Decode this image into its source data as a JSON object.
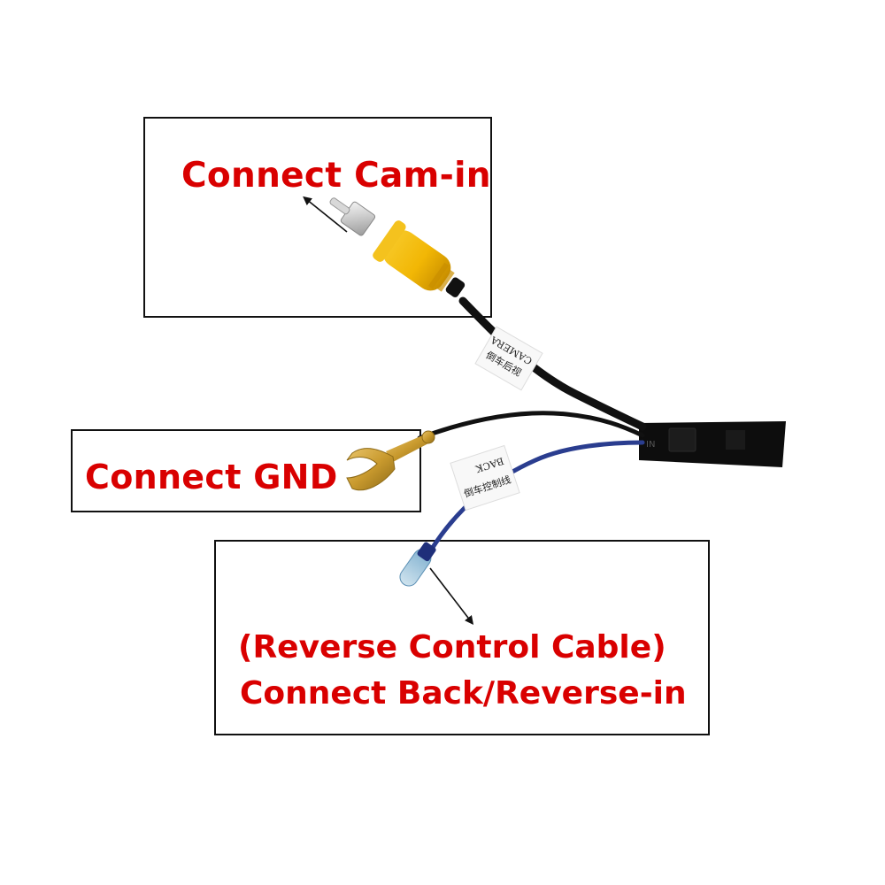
{
  "labels": {
    "cam_in": "Connect Cam-in",
    "gnd": "Connect GND",
    "reverse_line1": "(Reverse Control Cable)",
    "reverse_line2": "Connect Back/Reverse-in"
  },
  "cable_tags": {
    "camera_tag_en": "CAMERA",
    "camera_tag_cn": "倒车后视",
    "back_tag_en": "BACK",
    "back_tag_cn": "倒车控制线"
  },
  "colors": {
    "label_red": "#d90000",
    "rca_yellow": "#f2b705",
    "wire_black": "#111111",
    "wire_blue": "#2a3d8f",
    "terminal_gold": "#c99a2e",
    "connector_black": "#0d0d0d"
  }
}
